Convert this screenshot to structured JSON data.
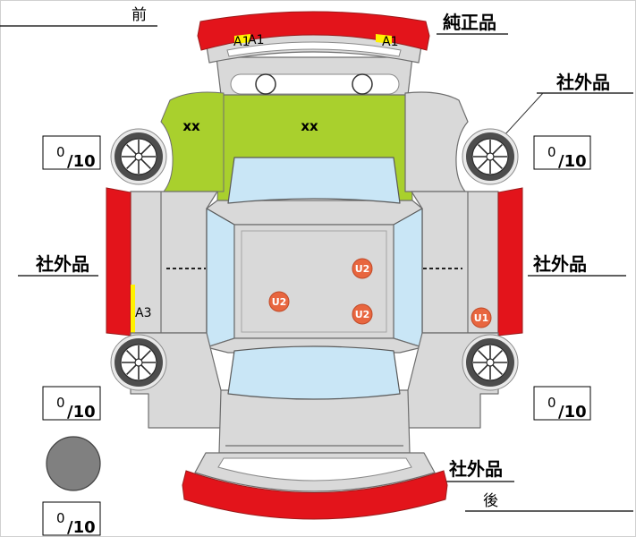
{
  "direction": {
    "front": "前",
    "rear": "後"
  },
  "part_labels": {
    "front_bumper": "純正品",
    "right_front_fender": "社外品",
    "left_side": "社外品",
    "right_side": "社外品",
    "rear_bumper": "社外品"
  },
  "marks": {
    "front_bumper": [
      "A1",
      "A1",
      "A1"
    ],
    "left_front_fender": "xx",
    "hood": "xx",
    "left_side": "A3",
    "roof": [
      "U2",
      "U2",
      "U2"
    ],
    "right_side": "U1"
  },
  "scores": [
    {
      "value": "0",
      "scale": "/10"
    },
    {
      "value": "0",
      "scale": "/10"
    },
    {
      "value": "0",
      "scale": "/10"
    },
    {
      "value": "0",
      "scale": "/10"
    },
    {
      "value": "0",
      "scale": "/10"
    }
  ],
  "colors": {
    "red": "#e3141b",
    "green": "#a9d02d",
    "yellow": "#fff200",
    "dent": "#e8663f",
    "glass": "#c9e6f6",
    "body": "#d9d9d9"
  }
}
